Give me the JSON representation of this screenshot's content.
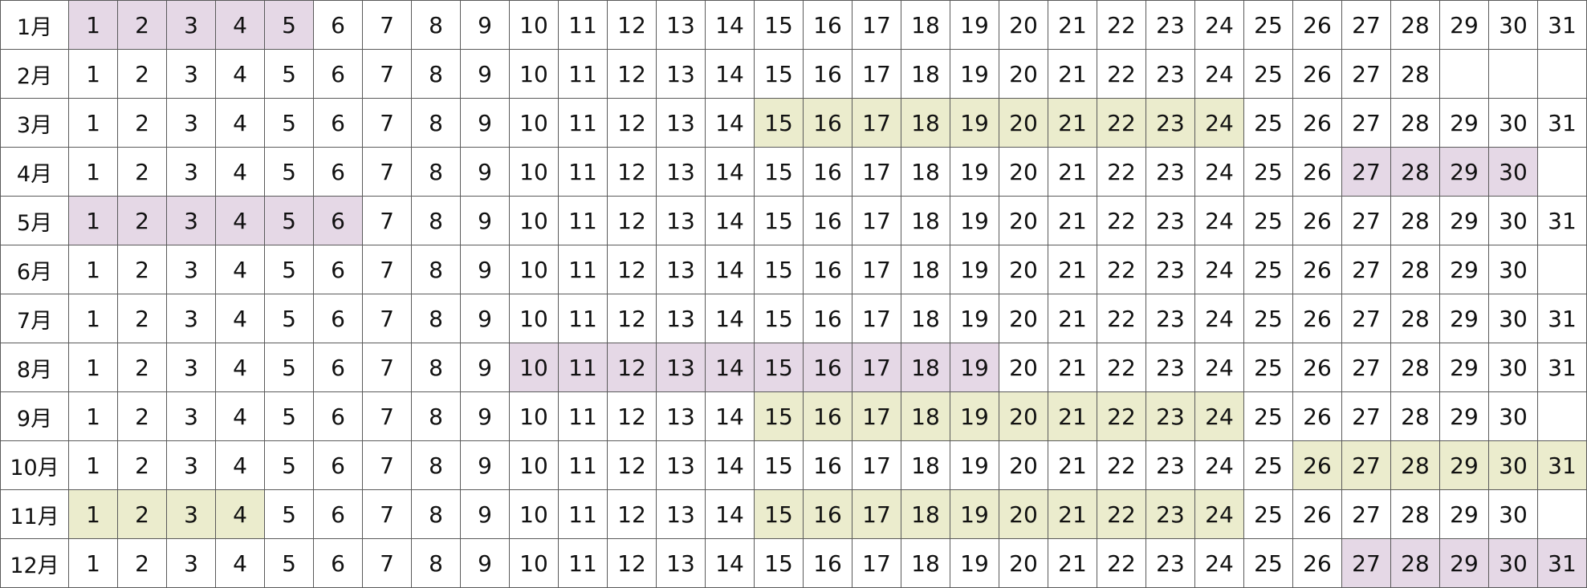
{
  "calendar": {
    "months": [
      {
        "label": "1月",
        "days": 31
      },
      {
        "label": "2月",
        "days": 28
      },
      {
        "label": "3月",
        "days": 31
      },
      {
        "label": "4月",
        "days": 30
      },
      {
        "label": "5月",
        "days": 31
      },
      {
        "label": "6月",
        "days": 30
      },
      {
        "label": "7月",
        "days": 31
      },
      {
        "label": "8月",
        "days": 31
      },
      {
        "label": "9月",
        "days": 30
      },
      {
        "label": "10月",
        "days": 31
      },
      {
        "label": "11月",
        "days": 30
      },
      {
        "label": "12月",
        "days": 31
      }
    ],
    "colors": {
      "purple": "#e5d8e6",
      "olive": "#ebeccd"
    },
    "highlights": [
      {
        "month": 1,
        "start": 1,
        "end": 5,
        "color": "purple"
      },
      {
        "month": 3,
        "start": 15,
        "end": 24,
        "color": "olive"
      },
      {
        "month": 4,
        "start": 27,
        "end": 30,
        "color": "purple"
      },
      {
        "month": 5,
        "start": 1,
        "end": 6,
        "color": "purple"
      },
      {
        "month": 8,
        "start": 10,
        "end": 19,
        "color": "purple"
      },
      {
        "month": 9,
        "start": 15,
        "end": 24,
        "color": "olive"
      },
      {
        "month": 10,
        "start": 26,
        "end": 31,
        "color": "olive"
      },
      {
        "month": 11,
        "start": 1,
        "end": 4,
        "color": "olive"
      },
      {
        "month": 11,
        "start": 15,
        "end": 24,
        "color": "olive"
      },
      {
        "month": 12,
        "start": 27,
        "end": 31,
        "color": "purple"
      }
    ]
  }
}
